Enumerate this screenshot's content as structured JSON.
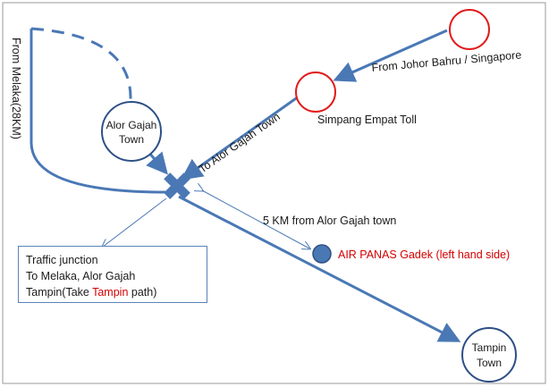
{
  "labels": {
    "from_melaka": "From Melaka(28KM)",
    "from_johor": "From Johor Bahru / Singapore",
    "simpang_toll": "Simpang Empat Toll",
    "to_alor_gajah": "To Alor Gajah Town",
    "distance": "5 KM from Alor Gajah town",
    "air_panas": "AIR PANAS Gadek (left hand side)"
  },
  "places": {
    "alor_gajah": [
      "Alor Gajah",
      "Town"
    ],
    "tampin": [
      "Tampin",
      "Town"
    ]
  },
  "junction_note": {
    "line1": "Traffic junction",
    "line2": "To Melaka, Alor Gajah",
    "line3_prefix": "Tampin(Take ",
    "line3_highlight": "Tampin",
    "line3_suffix": " path)"
  },
  "colors": {
    "road": "#4a78b5",
    "toll_circle": "#e21b1b",
    "town_circle": "#2d4f86",
    "destination_dot": "#4a78b5",
    "highlight_text": "#d40000"
  }
}
